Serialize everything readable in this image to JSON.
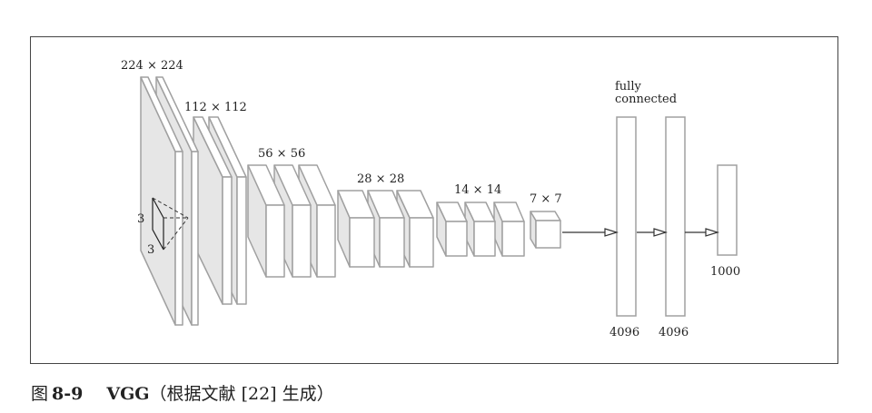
{
  "layers": [
    {
      "label": "224 × 224",
      "kind": "plane",
      "count": 2
    },
    {
      "label": "112 × 112",
      "kind": "plane",
      "count": 2
    },
    {
      "label": "56 × 56",
      "kind": "box",
      "count": 3
    },
    {
      "label": "28 × 28",
      "kind": "box",
      "count": 3
    },
    {
      "label": "14 × 14",
      "kind": "box",
      "count": 3
    },
    {
      "label": "7 × 7",
      "kind": "box",
      "count": 1
    }
  ],
  "kernel": {
    "label_h": "3",
    "label_w": "3"
  },
  "fc": {
    "title_line1": "fully",
    "title_line2": "connected",
    "layers": [
      {
        "label": "4096"
      },
      {
        "label": "4096"
      },
      {
        "label": "1000"
      }
    ]
  },
  "colors": {
    "edge": "#a0a0a0",
    "side": "#e6e6e6",
    "face": "#ffffff",
    "arrow": "#333333"
  },
  "caption": {
    "prefix": "图",
    "number": "8-9",
    "title": "VGG",
    "rest": "（根据文献 [22] 生成）"
  }
}
